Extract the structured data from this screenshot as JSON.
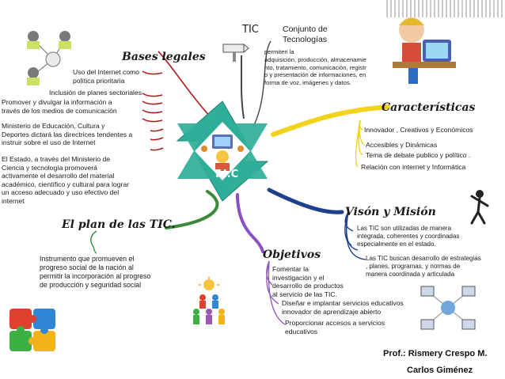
{
  "branches": {
    "tic": {
      "title": "TIC",
      "subtitle": "Conjunto de\nTecnologías",
      "text": "permiten la\nadquisición, producción, almacenamie\nnto, tratamiento, comunicación, registr\no y presentación de informaciones, en\nforma de voz, imágenes y datos."
    },
    "bases": {
      "title": "Bases legales",
      "items": [
        "Uso del Internet como\npolítica prioritaria",
        "Inclusión de planes sectoriales",
        "Promover y divulgar la información a\ntravés de los medios de comunicación",
        "Ministerio de Educación, Cultura y\nDeportes dictará las directrices tendentes a\ninstruir sobre el uso de Internet",
        " El Estado, a través del Ministerio de\nCiencia y tecnología promoverá\nactivamente el desarrollo del material\nacadémico, científico y cultural para lograr\nun acceso adecuado y uso efectivo del\ninternet"
      ]
    },
    "caracteristicas": {
      "title": "Características",
      "items": [
        "Innovador , Creativos  y Económicos",
        "Accesibles y Dinámicas",
        "Tema de debate publico y político .",
        "Relación con internet  y Informática"
      ]
    },
    "vision": {
      "title": "Visón  y Misión",
      "items": [
        "Las TIC son utilizadas de manera\nintegrada, coherentes y coordinadas\nespecialmente en el estado.",
        "Las TIC buscan desarrollo de estrategias\n, planes, programas, y normas de\nmanera coordinada y articulada"
      ]
    },
    "plan": {
      "title": "El plan de  las TIC.",
      "text": "Instrumento que promueven el\nprogreso social de la nación al\npermitir la incorporación al progreso\nde producción y seguridad social"
    },
    "objetivos": {
      "title": "Objetivos",
      "items": [
        "Fomentar  la\ninvestigación  y el\ndesarrollo de productos\nal servicio de las TIC.",
        "Diseñar e implantar servicios educativos\ninnovador de aprendizaje abierto",
        "Proporcionar accesos  a servicios\neducativos"
      ]
    }
  },
  "center": {
    "label": "T.I.C"
  },
  "authors": [
    "Prof.: Rismery Crespo M.",
    "Carlos Giménez"
  ],
  "colors": {
    "star_green": "#2fae98",
    "star_inner": "#ffffff",
    "line_bases": "#b11a1a",
    "line_caracteristicas": "#f2d21a",
    "line_vision": "#1f3f8f",
    "line_plan": "#3a8a3a",
    "line_objetivos": "#8a4fc0",
    "line_tic": "#444444"
  },
  "icons": [
    "sign-post-icon",
    "network-people-icon",
    "kid-computer-icon",
    "stick-figure-icon",
    "puzzle-icon",
    "kids-pyramid-icon",
    "computer-network-icon",
    "center-clipart-icon"
  ]
}
